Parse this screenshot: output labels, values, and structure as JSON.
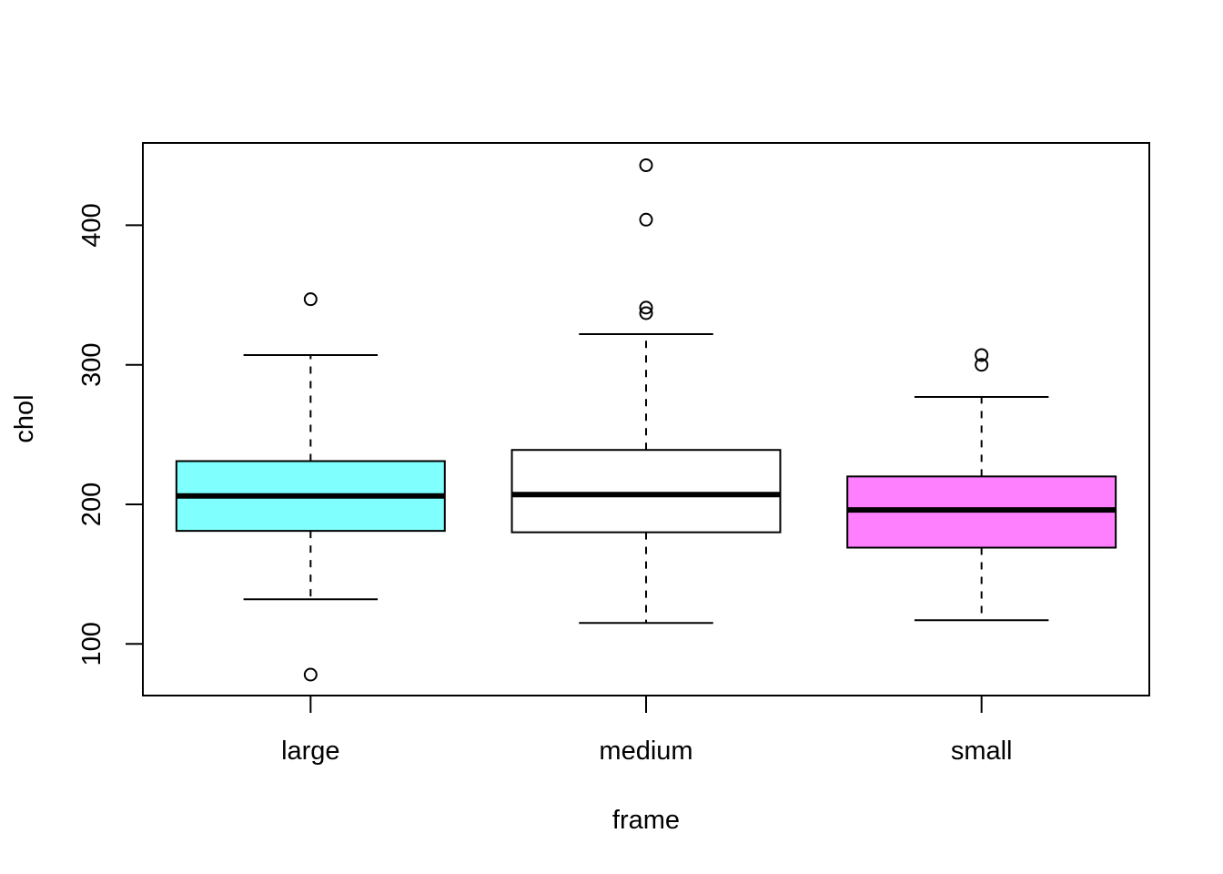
{
  "chart_data": {
    "type": "box",
    "title": "",
    "xlabel": "frame",
    "ylabel": "chol",
    "ylim": [
      63,
      459
    ],
    "yticks": [
      100,
      200,
      300,
      400
    ],
    "categories": [
      "large",
      "medium",
      "small"
    ],
    "boxes": [
      {
        "name": "large",
        "fill": "#80ffff",
        "whisker_low": 132,
        "q1": 181,
        "median": 206,
        "q3": 231,
        "whisker_high": 307,
        "outliers": [
          347,
          78
        ]
      },
      {
        "name": "medium",
        "fill": "#ffffff",
        "whisker_low": 115,
        "q1": 180,
        "median": 207,
        "q3": 239,
        "whisker_high": 322,
        "outliers": [
          443,
          404,
          341,
          337
        ]
      },
      {
        "name": "small",
        "fill": "#ff80ff",
        "whisker_low": 117,
        "q1": 169,
        "median": 196,
        "q3": 220,
        "whisker_high": 277,
        "outliers": [
          307,
          300
        ]
      }
    ],
    "grid": false,
    "legend": "none"
  }
}
